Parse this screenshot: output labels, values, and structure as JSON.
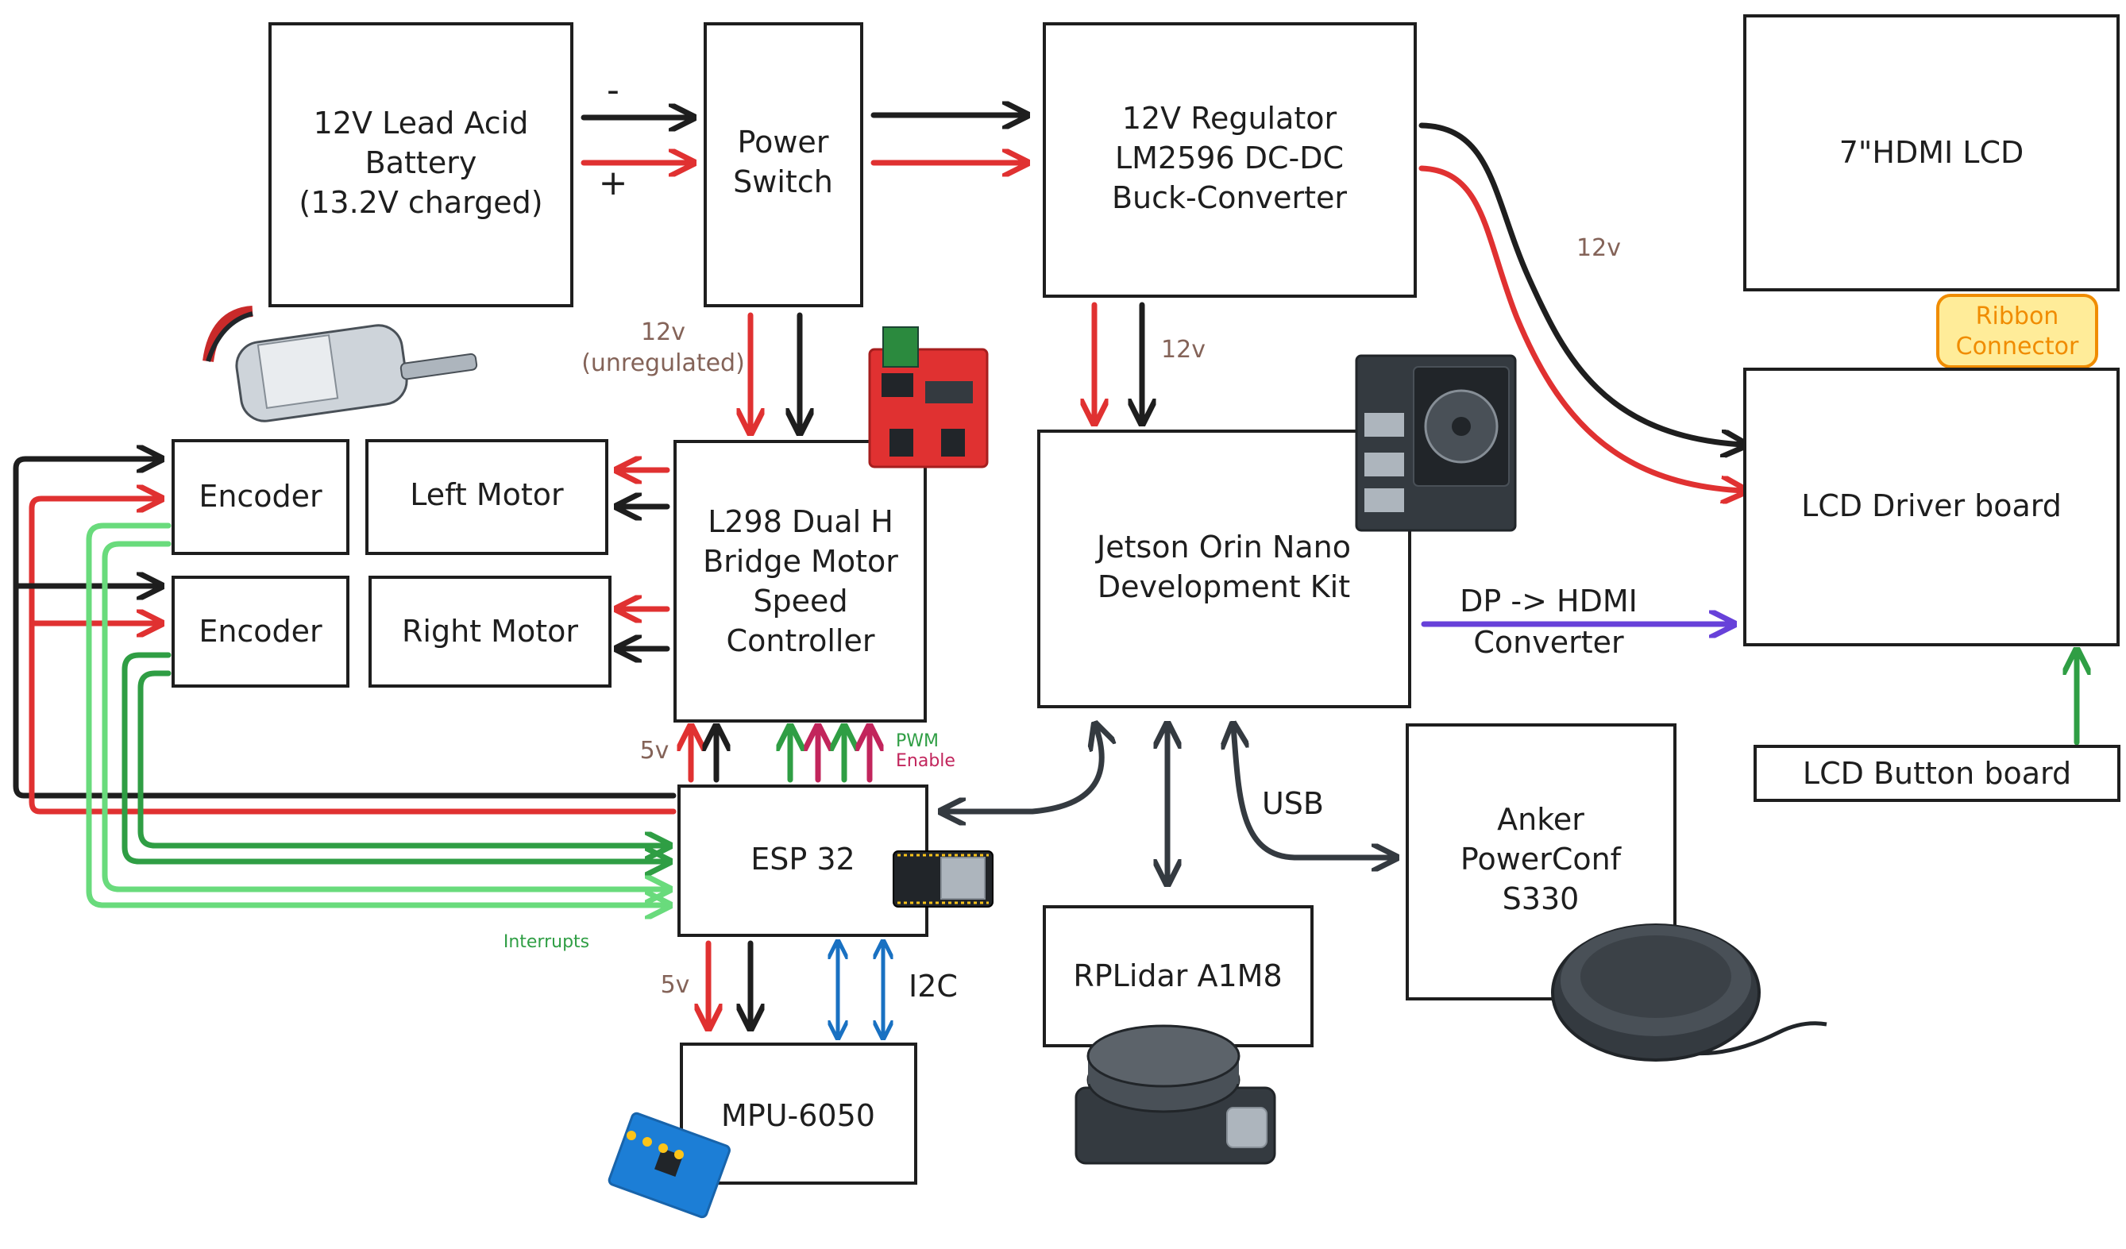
{
  "blocks": {
    "battery": [
      "12V Lead Acid",
      "Battery",
      "(13.2V charged)"
    ],
    "power_switch": [
      "Power",
      "Switch"
    ],
    "regulator": [
      "12V Regulator",
      "LM2596 DC-DC",
      "Buck-Converter"
    ],
    "hdmi_lcd": "7\"HDMI LCD",
    "ribbon": [
      "Ribbon",
      "Connector"
    ],
    "lcd_driver": "LCD Driver board",
    "lcd_button": "LCD Button board",
    "encoder_left": "Encoder",
    "encoder_right": "Encoder",
    "left_motor": "Left Motor",
    "right_motor": "Right Motor",
    "l298": [
      "L298 Dual H",
      "Bridge Motor",
      "Speed",
      "Controller"
    ],
    "jetson": [
      "Jetson Orin Nano",
      "Development Kit"
    ],
    "esp32": "ESP 32",
    "anker": [
      "Anker",
      "PowerConf",
      "S330"
    ],
    "rplidar": "RPLidar A1M8",
    "mpu": "MPU-6050"
  },
  "labels": {
    "minus": "-",
    "plus": "+",
    "v12_unreg": [
      "12v",
      "(unregulated)"
    ],
    "v12_jetson": "12v",
    "v12_lcd": "12v",
    "v5_l298": "5v",
    "v5_mpu": "5v",
    "pwm": "PWM",
    "enable": "Enable",
    "interrupts": "Interrupts",
    "i2c": "I2C",
    "usb": "USB",
    "dp_hdmi": [
      "DP -> HDMI",
      "Converter"
    ]
  },
  "colors": {
    "black_wire": "#1e1e1e",
    "red_wire": "#e03131",
    "green_wire": "#2f9e44",
    "light_green_wire": "#69db7c",
    "blue_wire": "#1971c2",
    "purple_wire": "#6741d9",
    "magenta_wire": "#c2255c",
    "ribbon_fill": "#ffec99",
    "ribbon_stroke": "#f08c00",
    "label_brown": "#846358"
  }
}
